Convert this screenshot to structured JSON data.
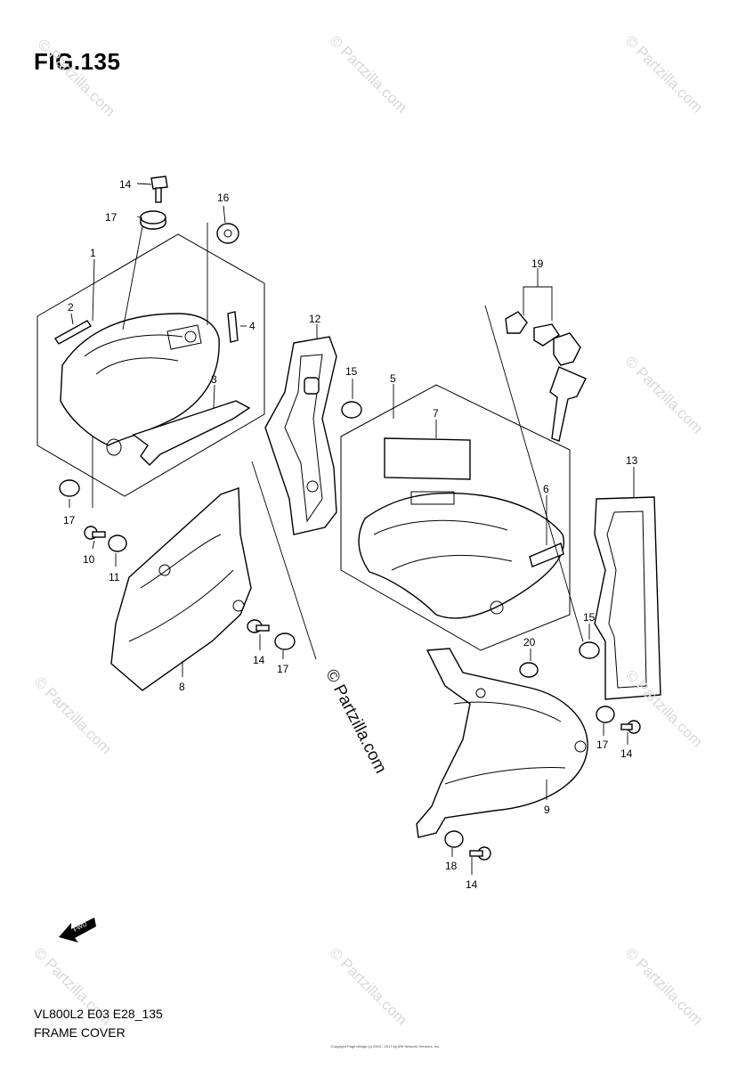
{
  "figure": {
    "title": "FIG.135",
    "model_code": "VL800L2 E03 E28_135",
    "section_name": "FRAME COVER",
    "copyright_tiny": "Copyright\nPage design (c) 2004 - 2017 by ARI Network Services, Inc.",
    "watermark": "© Partzilla.com",
    "front_arrow_label": "FWD"
  },
  "callouts": [
    "14",
    "17",
    "16",
    "1",
    "2",
    "4",
    "3",
    "17",
    "10",
    "11",
    "12",
    "15",
    "5",
    "7",
    "19",
    "6",
    "13",
    "8",
    "14",
    "17",
    "15",
    "20",
    "17",
    "14",
    "9",
    "18",
    "14"
  ]
}
